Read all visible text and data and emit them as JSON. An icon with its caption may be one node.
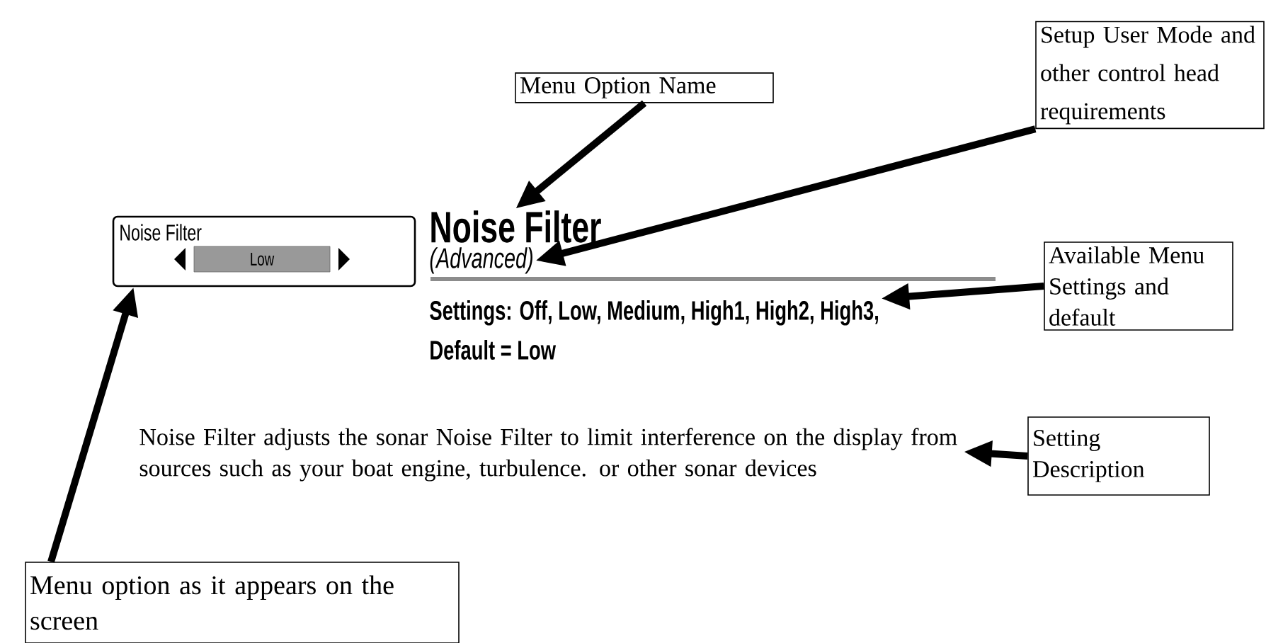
{
  "diagram": {
    "nodes": [
      {
        "text": [
          "Menu Option Name"
        ]
      },
      {
        "text": [
          "Setup User Mode and other control head requirements"
        ]
      },
      {
        "text": [
          "Noise Filter",
          "Low"
        ]
      },
      {
        "text": [
          "Noise Filter"
        ]
      },
      {
        "text": [
          "(Advanced)"
        ]
      },
      {
        "text": [
          "Settings: Off, Low, Medium, High1, High2, High3,",
          "Default = Low"
        ]
      },
      {
        "text": [
          "Available Menu Settings and default"
        ]
      },
      {
        "text": [
          "Noise Filter adjusts the sonar Noise Filter to limit interference on the display from sources such as your  boat engine, turbulence. or other sonar devices"
        ]
      },
      {
        "text": [
          "Setting Description"
        ]
      },
      {
        "text": [
          "Menu option as it appears on the screen"
        ]
      }
    ],
    "edges": [
      {
        "from": 0,
        "to": 3,
        "arrow": "to"
      },
      {
        "from": 1,
        "to": 4,
        "arrow": "to"
      },
      {
        "from": 6,
        "to": 5,
        "arrow": "to"
      },
      {
        "from": 8,
        "to": 7,
        "arrow": "to"
      },
      {
        "from": 9,
        "to": 2,
        "arrow": "to"
      }
    ]
  }
}
